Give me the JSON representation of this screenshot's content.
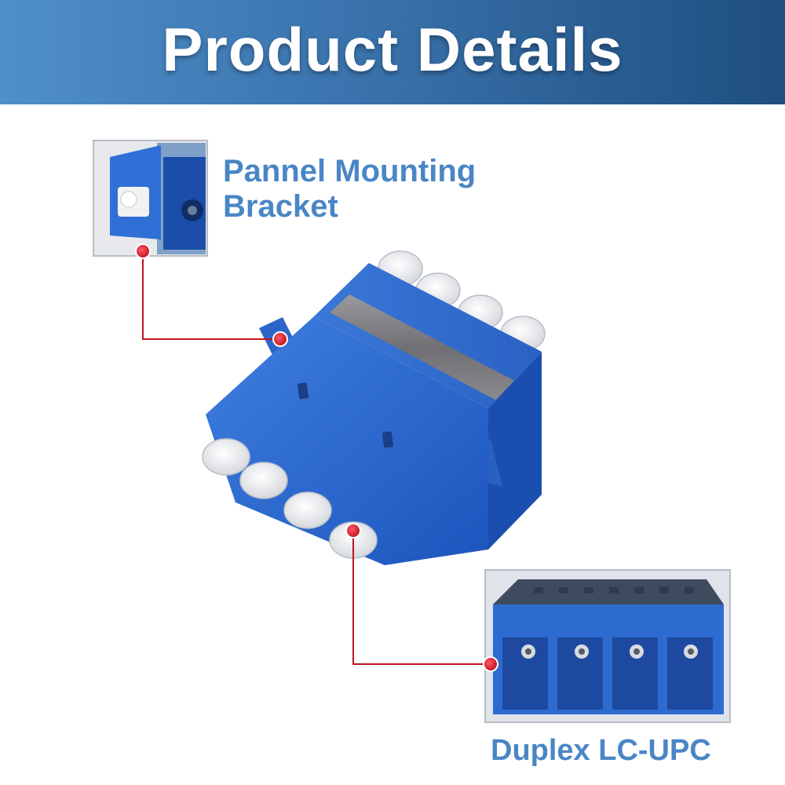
{
  "banner": {
    "title": "Product Details"
  },
  "callouts": {
    "bracket_label": "Pannel Mounting Bracket",
    "duplex_label": "Duplex LC-UPC"
  },
  "colors": {
    "banner_left": "#4f8fca",
    "banner_right": "#1f4f80",
    "label_blue": "#4a86c5",
    "product_blue": "#1f5fc8",
    "callout_red": "#c0141e"
  },
  "icons": {
    "product": "quad-lc-fiber-adapter",
    "bracket_detail": "mounting-bracket-closeup",
    "port_detail": "lc-port-closeup"
  }
}
